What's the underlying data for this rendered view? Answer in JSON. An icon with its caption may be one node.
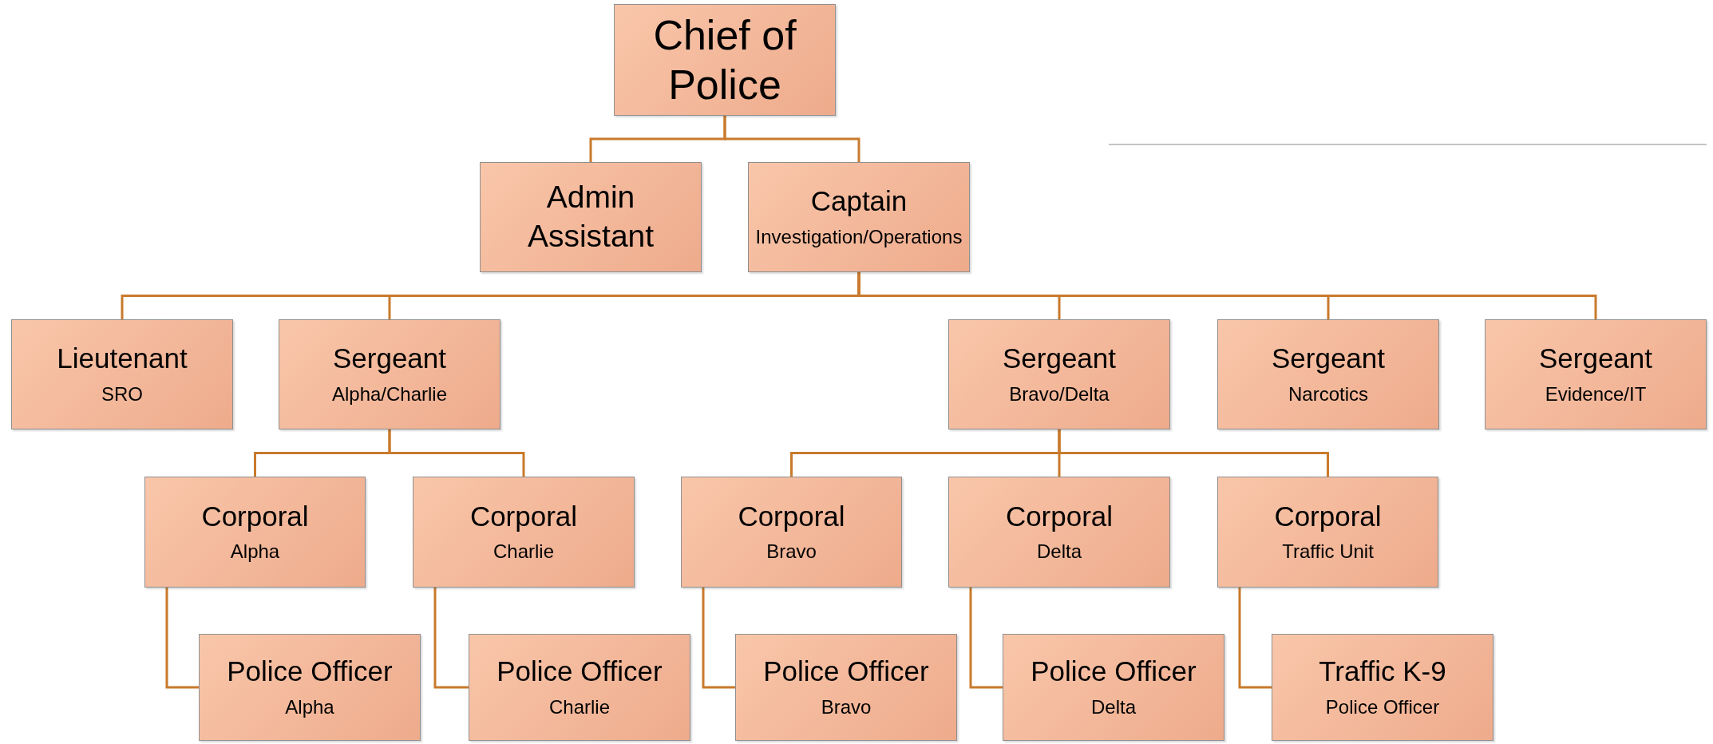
{
  "diagram": {
    "nodes": [
      {
        "text": [
          "Chief of Police"
        ]
      },
      {
        "text": [
          "Admin Assistant"
        ]
      },
      {
        "text": [
          "Captain",
          "Investigation/Operations"
        ]
      },
      {
        "text": [
          "Lieutenant",
          "SRO"
        ]
      },
      {
        "text": [
          "Sergeant",
          "Alpha/Charlie"
        ]
      },
      {
        "text": [
          "Sergeant",
          "Bravo/Delta"
        ]
      },
      {
        "text": [
          "Sergeant",
          "Narcotics"
        ]
      },
      {
        "text": [
          "Sergeant",
          "Evidence/IT"
        ]
      },
      {
        "text": [
          "Corporal",
          "Alpha"
        ]
      },
      {
        "text": [
          "Corporal",
          "Charlie"
        ]
      },
      {
        "text": [
          "Corporal",
          "Bravo"
        ]
      },
      {
        "text": [
          "Corporal",
          "Delta"
        ]
      },
      {
        "text": [
          "Corporal",
          "Traffic Unit"
        ]
      },
      {
        "text": [
          "Police Officer",
          "Alpha"
        ]
      },
      {
        "text": [
          "Police Officer",
          "Charlie"
        ]
      },
      {
        "text": [
          "Police Officer",
          "Bravo"
        ]
      },
      {
        "text": [
          "Police Officer",
          "Delta"
        ]
      },
      {
        "text": [
          "Traffic K-9",
          "Police Officer"
        ]
      }
    ],
    "edges": [
      {
        "from": 0,
        "to": 1,
        "arrow": "none"
      },
      {
        "from": 0,
        "to": 2,
        "arrow": "none"
      },
      {
        "from": 2,
        "to": 3,
        "arrow": "none"
      },
      {
        "from": 2,
        "to": 4,
        "arrow": "none"
      },
      {
        "from": 2,
        "to": 5,
        "arrow": "none"
      },
      {
        "from": 2,
        "to": 6,
        "arrow": "none"
      },
      {
        "from": 2,
        "to": 7,
        "arrow": "none"
      },
      {
        "from": 4,
        "to": 8,
        "arrow": "none"
      },
      {
        "from": 4,
        "to": 9,
        "arrow": "none"
      },
      {
        "from": 5,
        "to": 10,
        "arrow": "none"
      },
      {
        "from": 5,
        "to": 11,
        "arrow": "none"
      },
      {
        "from": 5,
        "to": 12,
        "arrow": "none"
      },
      {
        "from": 8,
        "to": 13,
        "arrow": "none"
      },
      {
        "from": 9,
        "to": 14,
        "arrow": "none"
      },
      {
        "from": 10,
        "to": 15,
        "arrow": "none"
      },
      {
        "from": 11,
        "to": 16,
        "arrow": "none"
      },
      {
        "from": 12,
        "to": 17,
        "arrow": "none"
      }
    ]
  }
}
